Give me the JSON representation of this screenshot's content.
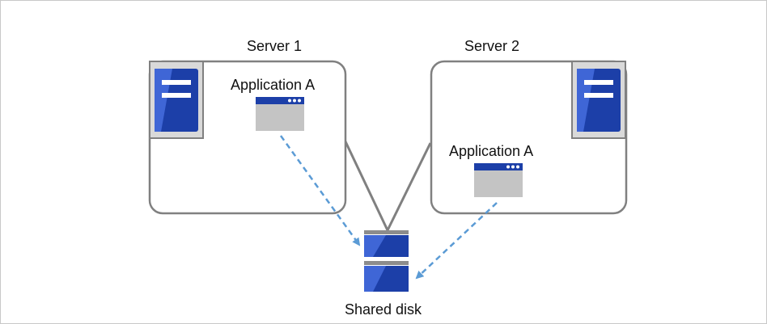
{
  "servers": [
    {
      "label": "Server 1",
      "app_label": "Application A"
    },
    {
      "label": "Server 2",
      "app_label": "Application A"
    }
  ],
  "shared_disk": {
    "label": "Shared disk"
  },
  "colors": {
    "border": "#808080",
    "server_frame": "#d9d9d9",
    "server_blue": "#1c3fa8",
    "server_blue_light": "#3f66d6",
    "window_title": "#1c3fa8",
    "window_body": "#c4c4c4",
    "disk_cap": "#8c8c8c",
    "dashed_arrow": "#5b9bd5"
  }
}
